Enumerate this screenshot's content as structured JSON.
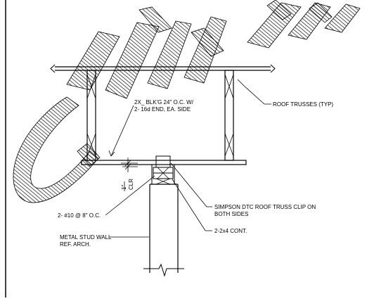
{
  "labels": {
    "roof_trusses": "ROOF TRUSSES (TYP)",
    "blocking_line1": "2X_ BLK'G 24\" O.C. W/",
    "blocking_line2": "2- 16d  END, EA. SIDE",
    "clearance_value": "1\"",
    "clearance_unit": "CLR",
    "truss_clip_line1": "SIMPSON DTC ROOF TRUSS CLIP ON",
    "truss_clip_line2": "BOTH SIDES",
    "plate": "2-2x4 CONT.",
    "fastener": "2- #10 @ 8\" O.C.",
    "stud_wall_line1": "METAL STUD WALL",
    "stud_wall_line2": "REF. ARCH."
  },
  "colors": {
    "line": "#000000",
    "background": "#ffffff"
  }
}
